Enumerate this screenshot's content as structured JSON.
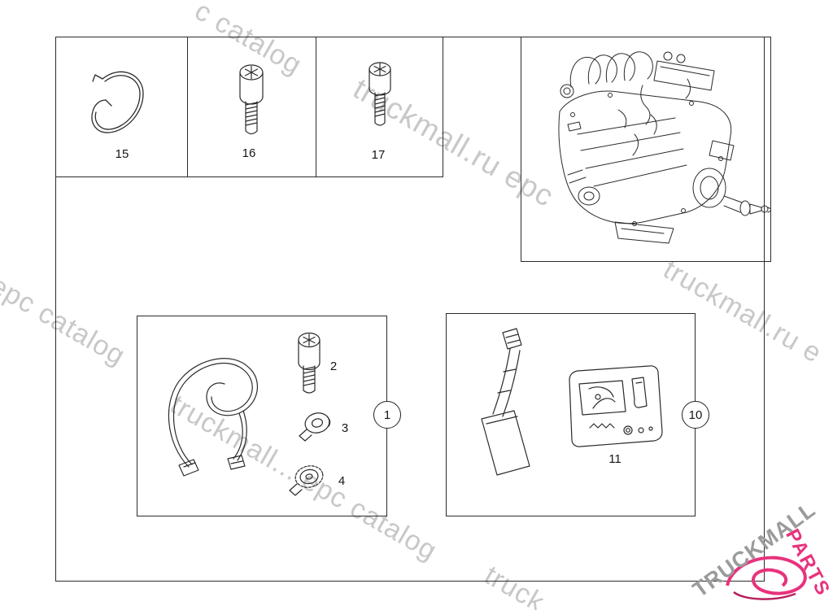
{
  "watermarks": {
    "items": [
      {
        "text": "c catalog"
      },
      {
        "text": "truckmall.ru epc"
      },
      {
        "text": "l epc catalog"
      },
      {
        "text": "truckmall.ru e"
      },
      {
        "text": "truckmall... epc catalog"
      },
      {
        "text": "truck..."
      }
    ],
    "logo": {
      "gray": "TRUCKMALL",
      "pink": "PARTS"
    }
  },
  "parts": {
    "snap_ring": {
      "label": "15"
    },
    "bolt_16": {
      "label": "16"
    },
    "bolt_17": {
      "label": "17"
    },
    "bolt_2": {
      "label": "2"
    },
    "sensor_3": {
      "label": "3"
    },
    "sensor_4": {
      "label": "4"
    },
    "panel_11": {
      "label": "11"
    }
  },
  "callouts": {
    "kit_left": {
      "label": "1"
    },
    "kit_right": {
      "label": "10"
    }
  },
  "colors": {
    "line": "#2b2b2b",
    "watermark": "#c8c8c8",
    "logo_gray": "#9b9b9b",
    "logo_pink": "#e8327c"
  }
}
